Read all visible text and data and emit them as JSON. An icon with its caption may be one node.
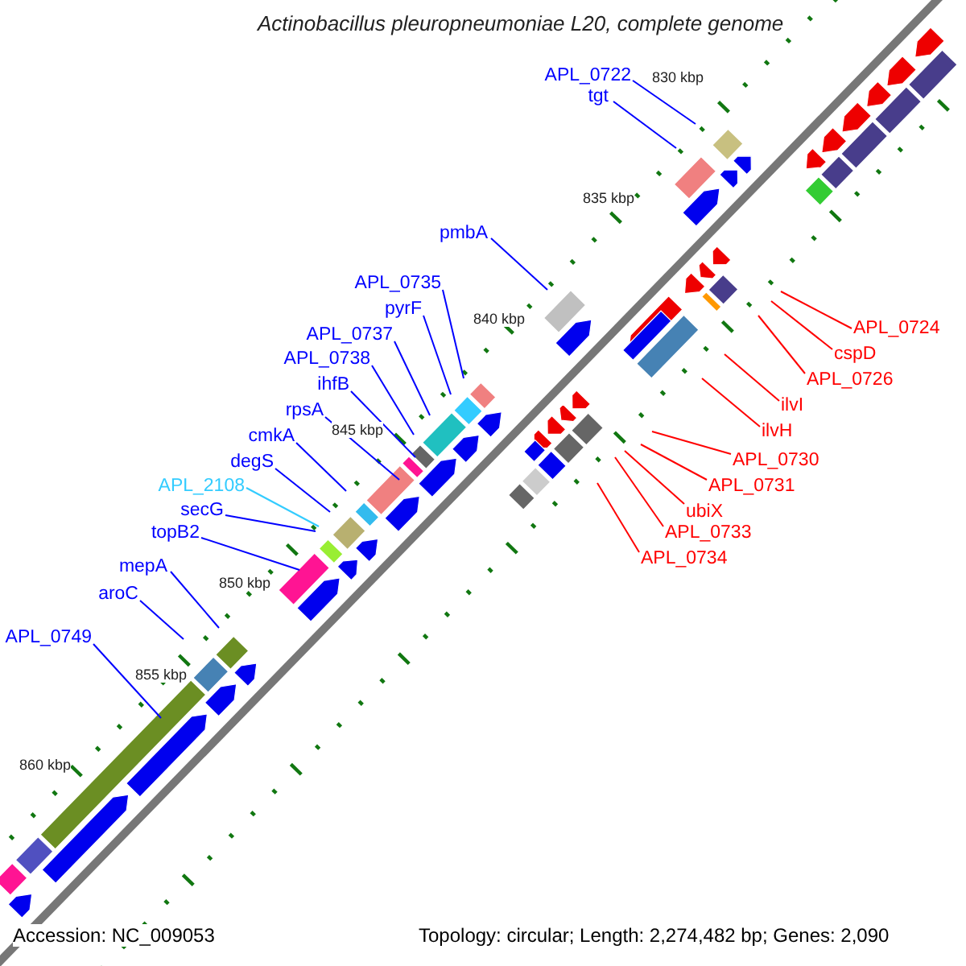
{
  "diagram": {
    "title": "Actinobacillus pleuropneumoniae L20, complete genome",
    "nodes": [
      {
        "text": [
          "APL_0722"
        ]
      },
      {
        "text": [
          "tgt"
        ]
      },
      {
        "text": [
          "pmbA"
        ]
      },
      {
        "text": [
          "APL_0735"
        ]
      },
      {
        "text": [
          "pyrF"
        ]
      },
      {
        "text": [
          "APL_0737"
        ]
      },
      {
        "text": [
          "APL_0738"
        ]
      },
      {
        "text": [
          "ihfB"
        ]
      },
      {
        "text": [
          "rpsA"
        ]
      },
      {
        "text": [
          "cmkA"
        ]
      },
      {
        "text": [
          "degS"
        ]
      },
      {
        "text": [
          "APL_2108"
        ]
      },
      {
        "text": [
          "secG"
        ]
      },
      {
        "text": [
          "topB2"
        ]
      },
      {
        "text": [
          "mepA"
        ]
      },
      {
        "text": [
          "aroC"
        ]
      },
      {
        "text": [
          "APL_0749"
        ]
      },
      {
        "text": [
          "APL_0724"
        ]
      },
      {
        "text": [
          "cspD"
        ]
      },
      {
        "text": [
          "APL_0726"
        ]
      },
      {
        "text": [
          "ilvI"
        ]
      },
      {
        "text": [
          "ilvH"
        ]
      },
      {
        "text": [
          "APL_0730"
        ]
      },
      {
        "text": [
          "APL_0731"
        ]
      },
      {
        "text": [
          "ubiX"
        ]
      },
      {
        "text": [
          "APL_0733"
        ]
      },
      {
        "text": [
          "APL_0734"
        ]
      }
    ],
    "edges": [
      {
        "from": 0,
        "to": null,
        "arrow": "none"
      },
      {
        "from": 1,
        "to": null,
        "arrow": "none"
      },
      {
        "from": 2,
        "to": null,
        "arrow": "none"
      },
      {
        "from": 3,
        "to": null,
        "arrow": "none"
      },
      {
        "from": 4,
        "to": null,
        "arrow": "none"
      },
      {
        "from": 5,
        "to": null,
        "arrow": "none"
      },
      {
        "from": 6,
        "to": null,
        "arrow": "none"
      },
      {
        "from": 7,
        "to": null,
        "arrow": "none"
      },
      {
        "from": 8,
        "to": null,
        "arrow": "none"
      },
      {
        "from": 9,
        "to": null,
        "arrow": "none"
      },
      {
        "from": 10,
        "to": null,
        "arrow": "none"
      },
      {
        "from": 11,
        "to": null,
        "arrow": "none",
        "color": "#33ccff"
      },
      {
        "from": 12,
        "to": null,
        "arrow": "none"
      },
      {
        "from": 13,
        "to": null,
        "arrow": "none"
      },
      {
        "from": 14,
        "to": null,
        "arrow": "none"
      },
      {
        "from": 15,
        "to": null,
        "arrow": "none"
      },
      {
        "from": 16,
        "to": null,
        "arrow": "none"
      },
      {
        "from": 17,
        "to": null,
        "arrow": "none",
        "color": "#ff0000"
      },
      {
        "from": 18,
        "to": null,
        "arrow": "none",
        "color": "#ff0000"
      },
      {
        "from": 19,
        "to": null,
        "arrow": "none",
        "color": "#ff0000"
      },
      {
        "from": 20,
        "to": null,
        "arrow": "none",
        "color": "#ff0000"
      },
      {
        "from": 21,
        "to": null,
        "arrow": "none",
        "color": "#ff0000"
      },
      {
        "from": 22,
        "to": null,
        "arrow": "none",
        "color": "#ff0000"
      },
      {
        "from": 23,
        "to": null,
        "arrow": "none",
        "color": "#ff0000"
      },
      {
        "from": 24,
        "to": null,
        "arrow": "none",
        "color": "#ff0000"
      },
      {
        "from": 25,
        "to": null,
        "arrow": "none",
        "color": "#ff0000"
      },
      {
        "from": 26,
        "to": null,
        "arrow": "none",
        "color": "#ff0000"
      }
    ],
    "labels": [
      "830 kbp",
      "835 kbp",
      "840 kbp",
      "845 kbp",
      "850 kbp",
      "855 kbp",
      "860 kbp",
      "Accession: NC_009053",
      "Topology: circular; Length: 2,274,482 bp; Genes: 2,090"
    ]
  }
}
